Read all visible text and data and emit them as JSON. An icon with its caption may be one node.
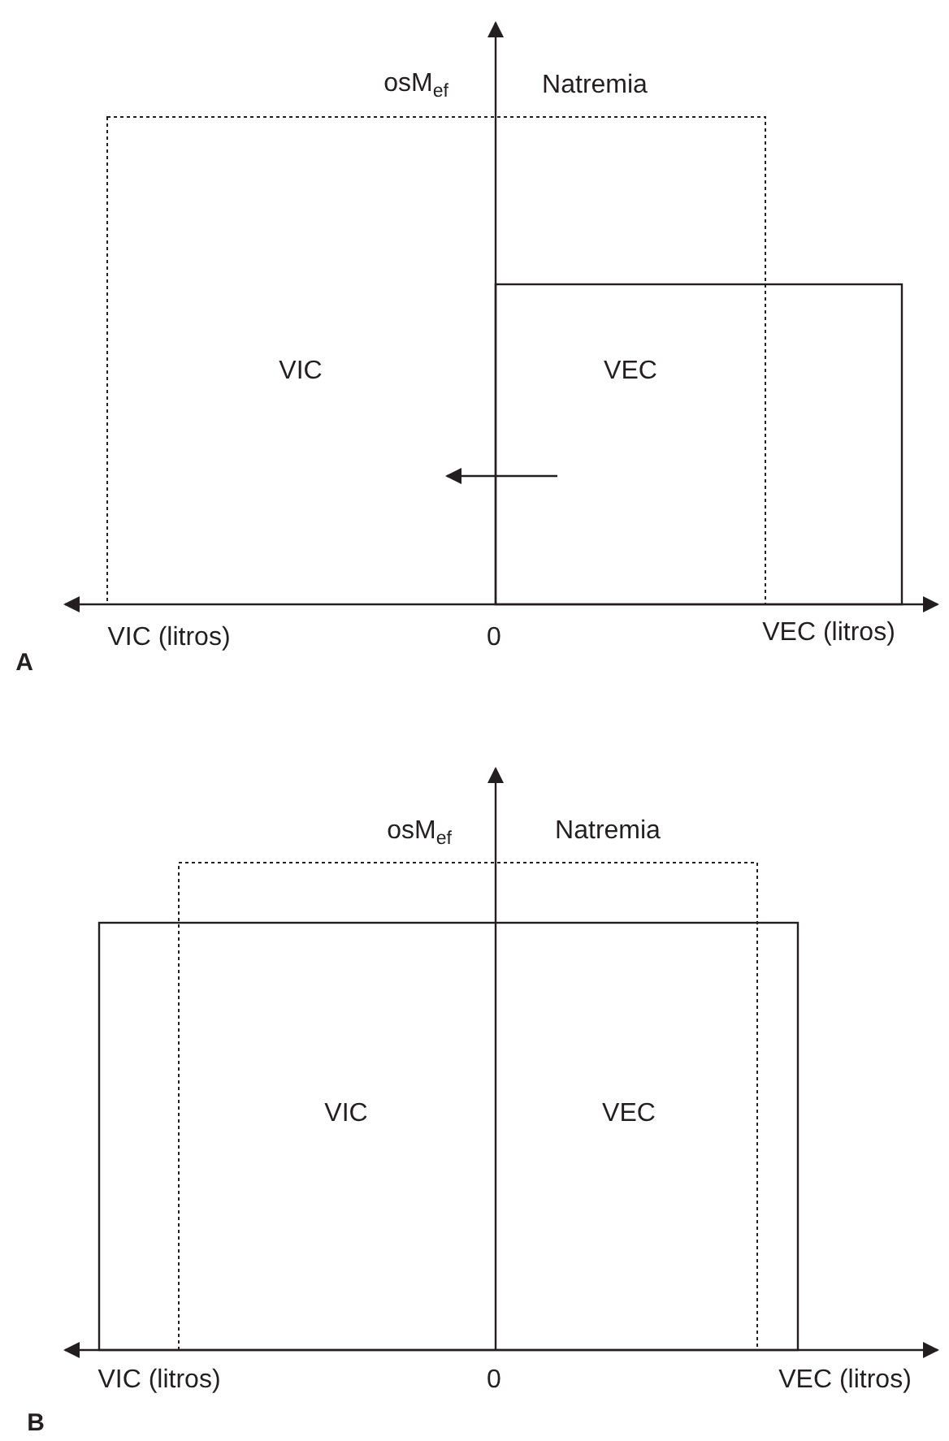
{
  "diagram": {
    "labels": [
      "osM$_{ef}$",
      "Natremia",
      "VIC",
      "VEC",
      "VIC (litros)",
      "0",
      "VEC (litros)",
      "A",
      "osM$_{ef}$",
      "Natremia",
      "VIC",
      "VEC",
      "VIC (litros)",
      "0",
      "VEC (litros)",
      "B"
    ]
  }
}
